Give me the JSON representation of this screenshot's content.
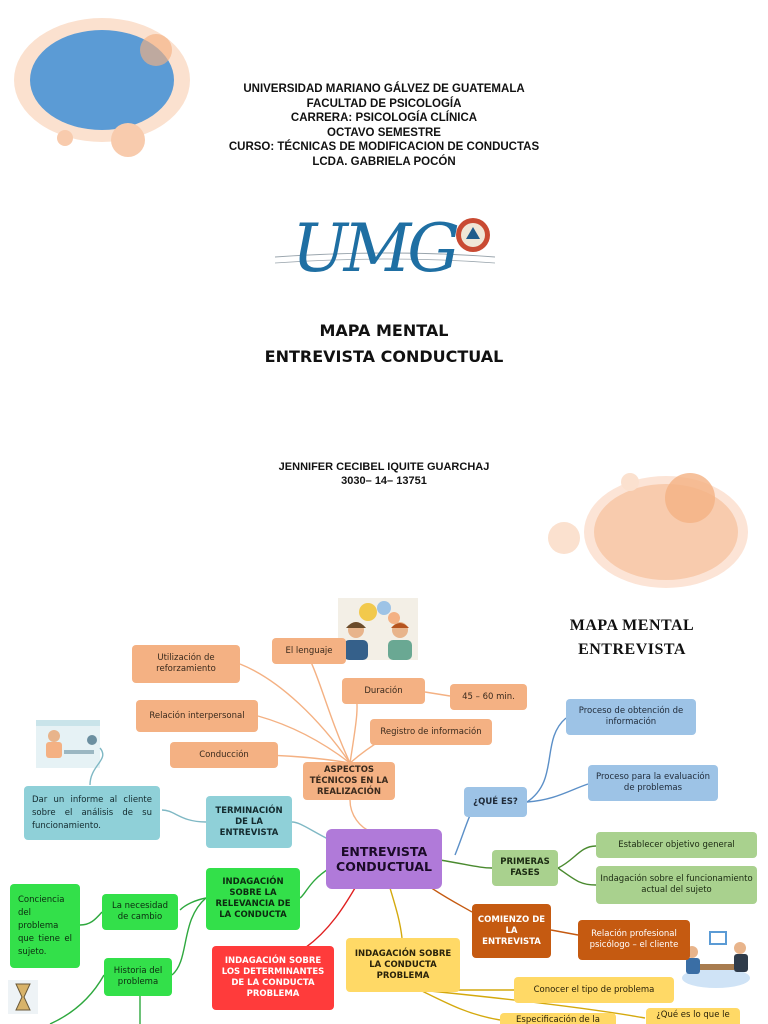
{
  "header": {
    "line1": "UNIVERSIDAD MARIANO GÁLVEZ DE GUATEMALA",
    "line2": "FACULTAD DE PSICOLOGÍA",
    "line3": "CARRERA: PSICOLOGÍA CLÍNICA",
    "line4": "OCTAVO SEMESTRE",
    "line5": "CURSO: TÉCNICAS DE MODIFICACION DE CONDUCTAS",
    "line6": "LCDA. GABRIELA POCÓN"
  },
  "logo": {
    "text": "UMG"
  },
  "title": {
    "line1": "MAPA MENTAL",
    "line2": "ENTREVISTA CONDUCTUAL"
  },
  "author": {
    "name": "JENNIFER CECIBEL IQUITE GUARCHAJ",
    "id": "3030– 14– 13751"
  },
  "side_title": {
    "line1": "MAPA MENTAL",
    "line2": "ENTREVISTA"
  },
  "map": {
    "center": "ENTREVISTA CONDUCTUAL",
    "aspectos": "ASPECTOS TÉCNICOS EN LA REALIZACIÓN",
    "reforzamiento": "Utilización de reforzamiento",
    "lenguaje": "El lenguaje",
    "duracion": "Duración",
    "duracion_val": "45 – 60 min.",
    "relacion_interpersonal": "Relación interpersonal",
    "registro": "Registro de información",
    "conduccion": "Conducción",
    "que_es": "¿QUÉ ES?",
    "obtencion": "Proceso de obtención de información",
    "evaluacion": "Proceso para la evaluación de problemas",
    "terminacion": "TERMINACIÓN DE LA ENTREVISTA",
    "informe": "Dar un informe al cliente sobre el análisis de su funcionamiento.",
    "primeras": "PRIMERAS FASES",
    "objetivo": "Establecer objetivo general",
    "indagacion_actual": "Indagación sobre el funcionamiento actual del sujeto",
    "relevancia": "INDAGACIÓN SOBRE LA RELEVANCIA DE LA CONDUCTA",
    "necesidad": "La necesidad de cambio",
    "conciencia": "Conciencia del problema que tiene el sujeto.",
    "comienzo": "COMIENZO DE LA ENTREVISTA",
    "relacion_profesional": "Relación profesional psicólogo – el cliente",
    "determinantes": "INDAGACIÓN SOBRE LOS DETERMINANTES DE LA CONDUCTA PROBLEMA",
    "conducta_problema": "INDAGACIÓN SOBRE LA CONDUCTA PROBLEMA",
    "historia": "Historia del problema",
    "tipo_problema": "Conocer el tipo de problema",
    "que_es_lo_que": "¿Qué es lo que le",
    "especificacion": "Especificación de la"
  }
}
